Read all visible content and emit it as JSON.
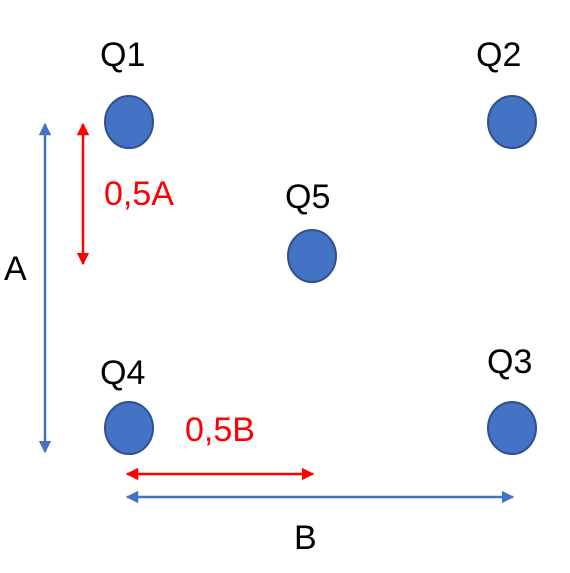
{
  "colors": {
    "charge_fill": "#4472C4",
    "charge_stroke": "#2F528F",
    "red": "#FF0000",
    "blue_arrow": "#4472C4",
    "text": "#000000"
  },
  "charges": [
    {
      "id": "q1",
      "label": "Q1"
    },
    {
      "id": "q2",
      "label": "Q2"
    },
    {
      "id": "q3",
      "label": "Q3"
    },
    {
      "id": "q4",
      "label": "Q4"
    },
    {
      "id": "q5",
      "label": "Q5"
    }
  ],
  "dimensions": {
    "a_label": "A",
    "b_label": "B",
    "half_a_label": "0,5A",
    "half_b_label": "0,5B"
  }
}
